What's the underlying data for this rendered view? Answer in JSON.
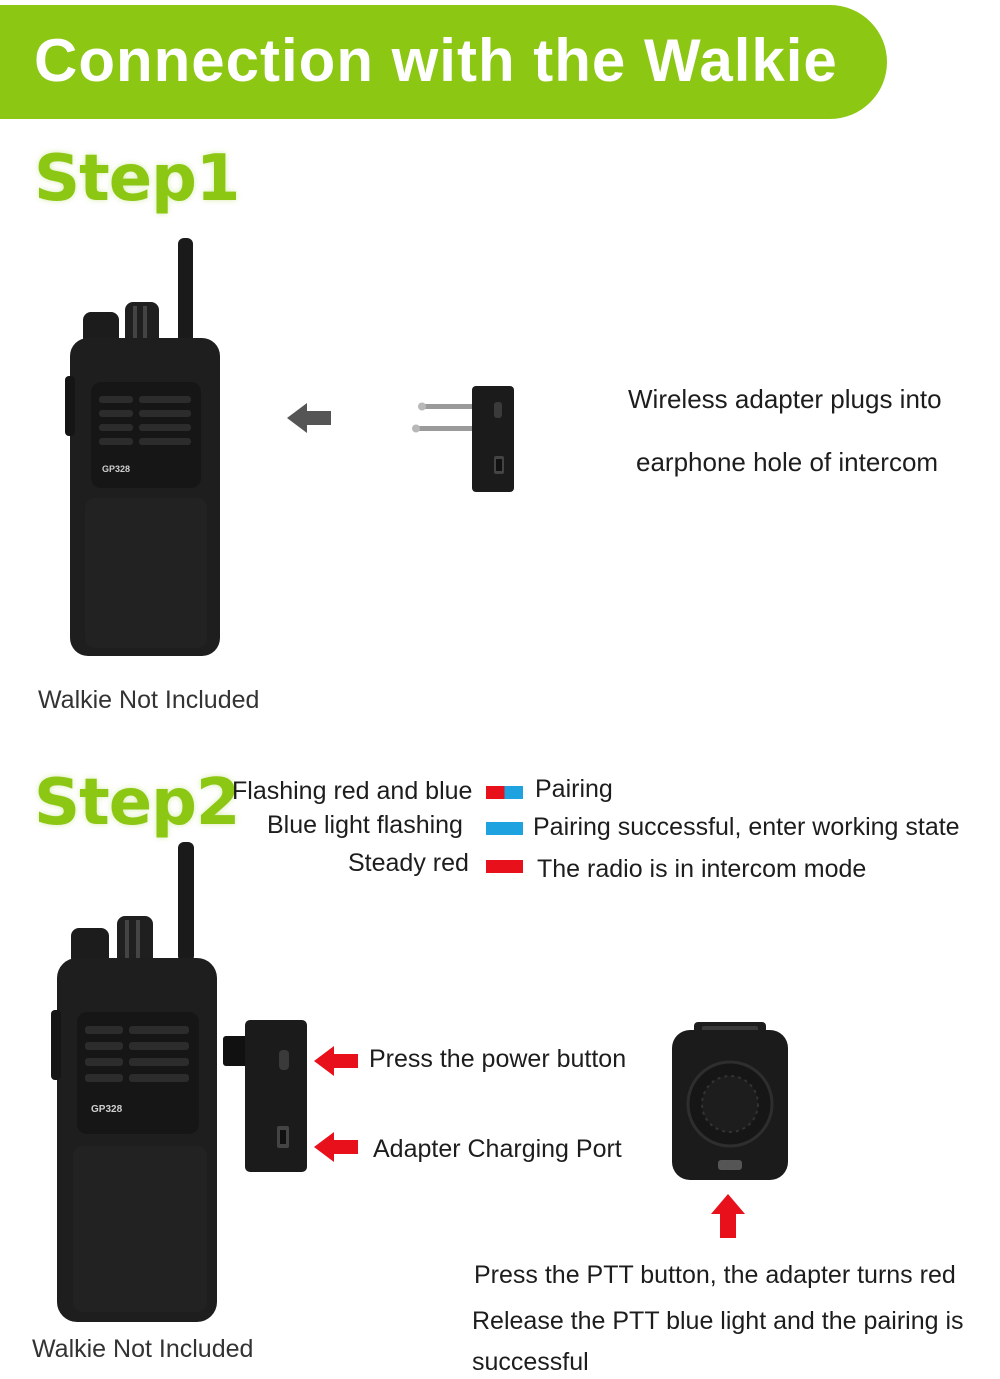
{
  "header": {
    "title": "Connection with the Walkie"
  },
  "step1": {
    "title": "Step1",
    "radio_model": "GP328",
    "instruction_line1": "Wireless adapter plugs into",
    "instruction_line2": "earphone hole of intercom",
    "note": "Walkie Not Included"
  },
  "step2": {
    "title": "Step2",
    "radio_model": "GP328",
    "legend": [
      {
        "state": "Flashing red and blue",
        "meaning": "Pairing",
        "swatch": "red-blue"
      },
      {
        "state": "Blue light flashing",
        "meaning": "Pairing successful, enter working state",
        "swatch": "blue"
      },
      {
        "state": "Steady red",
        "meaning": "The radio is in intercom mode",
        "swatch": "red"
      }
    ],
    "power_button_label": "Press the power button",
    "charging_port_label": "Adapter Charging Port",
    "ptt_line1": "Press the PTT button, the adapter turns red",
    "ptt_line2": "Release the PTT blue light and the pairing is",
    "ptt_line3": "successful",
    "note": "Walkie Not Included"
  },
  "colors": {
    "accent": "#8cc714",
    "red": "#e8111b",
    "blue": "#1fa3e0",
    "arrow_gray": "#555555"
  }
}
